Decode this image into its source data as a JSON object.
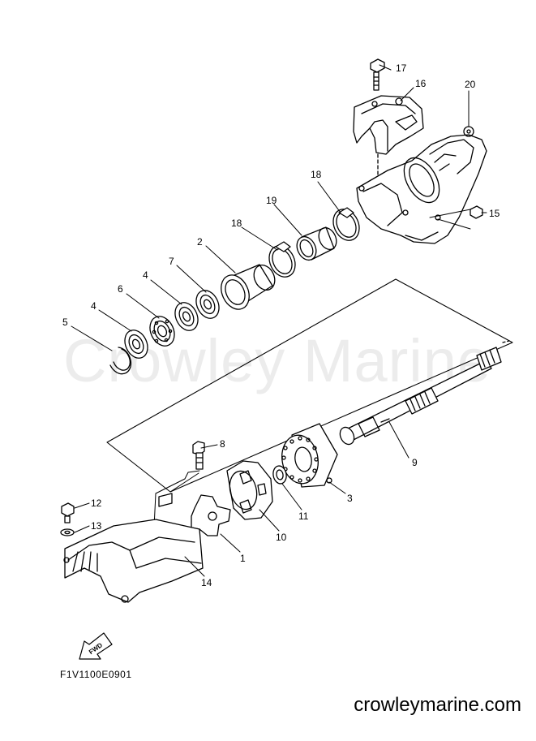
{
  "watermark_text": "Crowley Marine",
  "drawing_code": "F1V1100E0901",
  "site_url": "crowleymarine.com",
  "fwd_label": "FWD",
  "callouts": {
    "c1": "1",
    "c2": "2",
    "c3": "3",
    "c4a": "4",
    "c4b": "4",
    "c5": "5",
    "c6": "6",
    "c7": "7",
    "c8": "8",
    "c9": "9",
    "c10": "10",
    "c11": "11",
    "c12": "12",
    "c13": "13",
    "c14": "14",
    "c15": "15",
    "c16": "16",
    "c17": "17",
    "c18a": "18",
    "c18b": "18",
    "c19": "19",
    "c20": "20"
  }
}
